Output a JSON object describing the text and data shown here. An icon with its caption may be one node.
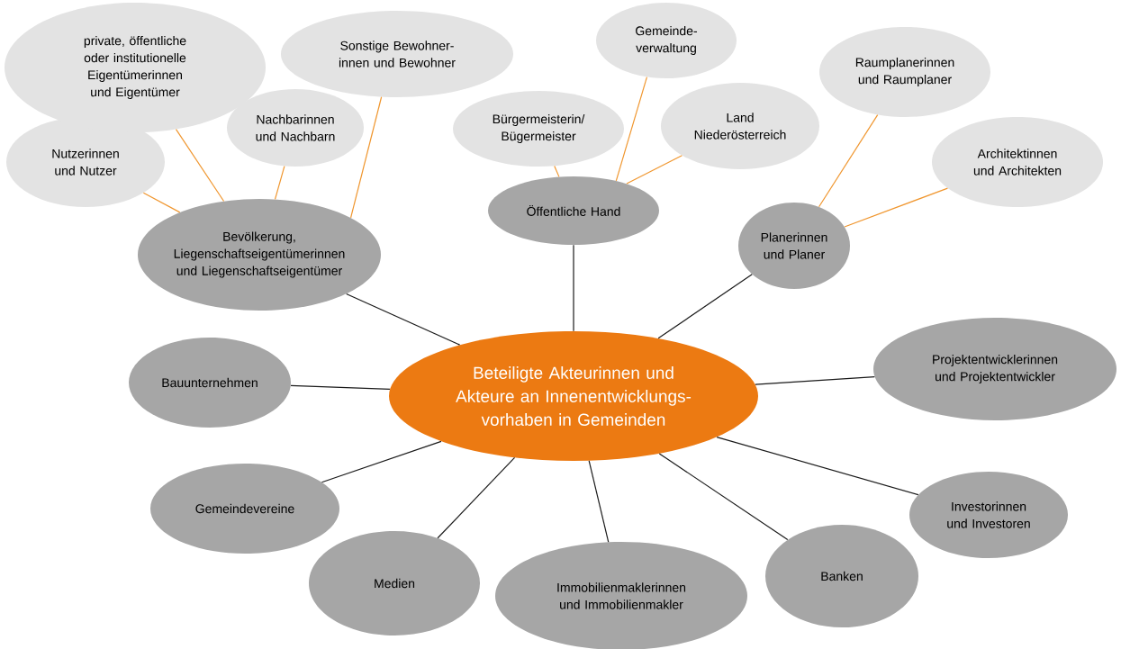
{
  "diagram": {
    "nodes": [
      {
        "text": [
          "Beteiligte Akteurinnen und Akteure an Innenentwicklungs- vorhaben in Gemeinden"
        ]
      },
      {
        "text": [
          "Bevölkerung, Liegenschaftseigentümerinnen und Liegenschaftseigentümer"
        ]
      },
      {
        "text": [
          "Öffentliche Hand"
        ]
      },
      {
        "text": [
          "Planerinnen und Planer"
        ]
      },
      {
        "text": [
          "Projektentwicklerinnen und Projektentwickler"
        ]
      },
      {
        "text": [
          "Investorinnen und Investoren"
        ]
      },
      {
        "text": [
          "Banken"
        ]
      },
      {
        "text": [
          "Immobilienmaklerinnen und Immobilienmakler"
        ]
      },
      {
        "text": [
          "Medien"
        ]
      },
      {
        "text": [
          "Gemeindevereine"
        ]
      },
      {
        "text": [
          "Bauunternehmen"
        ]
      },
      {
        "text": [
          "Nutzerinnen und Nutzer"
        ]
      },
      {
        "text": [
          "private, öffentliche oder institutionelle Eigentümerinnen und Eigentümer"
        ]
      },
      {
        "text": [
          "Nachbarinnen und Nachbarn"
        ]
      },
      {
        "text": [
          "Sonstige Bewohner- innen und Bewohner"
        ]
      },
      {
        "text": [
          "Bürgermeisterin/ Bügermeister"
        ]
      },
      {
        "text": [
          "Gemeinde- verwaltung"
        ]
      },
      {
        "text": [
          "Land Niederösterreich"
        ]
      },
      {
        "text": [
          "Raumplanerinnen und Raumplaner"
        ]
      },
      {
        "text": [
          "Architektinnen und Architekten"
        ]
      }
    ],
    "edges": [
      {
        "from": 0,
        "to": 1,
        "arrow": "none"
      },
      {
        "from": 0,
        "to": 2,
        "arrow": "none"
      },
      {
        "from": 0,
        "to": 3,
        "arrow": "none"
      },
      {
        "from": 0,
        "to": 4,
        "arrow": "none"
      },
      {
        "from": 0,
        "to": 5,
        "arrow": "none"
      },
      {
        "from": 0,
        "to": 6,
        "arrow": "none"
      },
      {
        "from": 0,
        "to": 7,
        "arrow": "none"
      },
      {
        "from": 0,
        "to": 8,
        "arrow": "none"
      },
      {
        "from": 0,
        "to": 9,
        "arrow": "none"
      },
      {
        "from": 0,
        "to": 10,
        "arrow": "none"
      },
      {
        "from": 1,
        "to": 11,
        "arrow": "none",
        "color": "#f0962e"
      },
      {
        "from": 1,
        "to": 12,
        "arrow": "none",
        "color": "#f0962e"
      },
      {
        "from": 1,
        "to": 13,
        "arrow": "none",
        "color": "#f0962e"
      },
      {
        "from": 1,
        "to": 14,
        "arrow": "none",
        "color": "#f0962e"
      },
      {
        "from": 2,
        "to": 15,
        "arrow": "none",
        "color": "#f0962e"
      },
      {
        "from": 2,
        "to": 16,
        "arrow": "none",
        "color": "#f0962e"
      },
      {
        "from": 2,
        "to": 17,
        "arrow": "none",
        "color": "#f0962e"
      },
      {
        "from": 3,
        "to": 18,
        "arrow": "none",
        "color": "#f0962e"
      },
      {
        "from": 3,
        "to": 19,
        "arrow": "none",
        "color": "#f0962e"
      }
    ]
  }
}
